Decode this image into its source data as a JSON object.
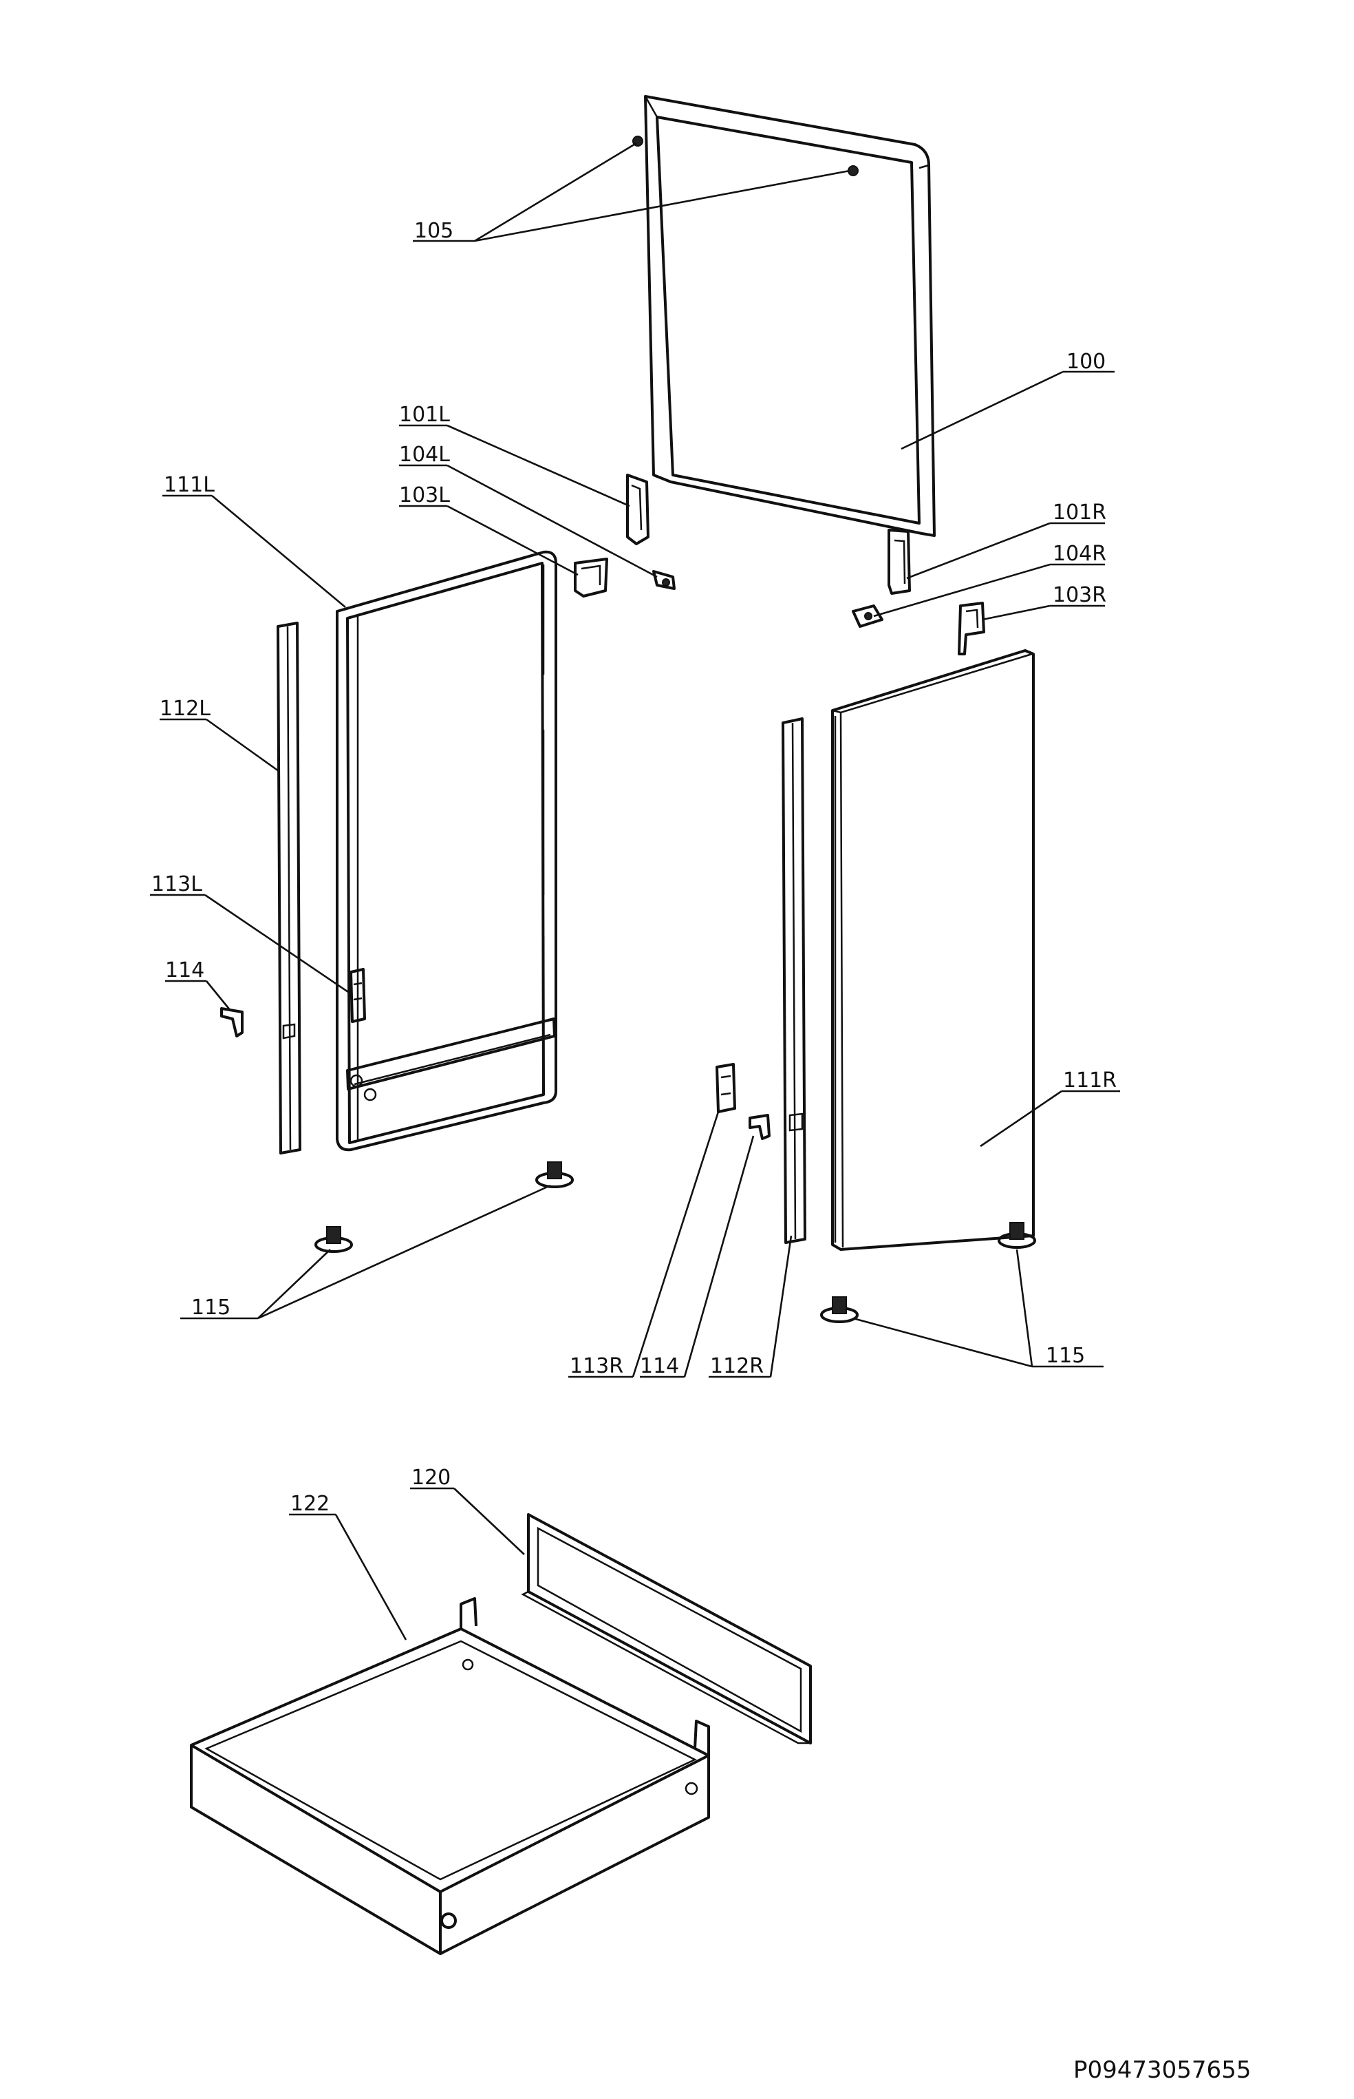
{
  "diagram": {
    "reference_code": "P09473057655",
    "labels": [
      {
        "id": "105",
        "text": "105"
      },
      {
        "id": "100",
        "text": "100"
      },
      {
        "id": "101L",
        "text": "101L"
      },
      {
        "id": "104L",
        "text": "104L"
      },
      {
        "id": "103L",
        "text": "103L"
      },
      {
        "id": "111L",
        "text": "111L"
      },
      {
        "id": "101R",
        "text": "101R"
      },
      {
        "id": "104R",
        "text": "104R"
      },
      {
        "id": "103R",
        "text": "103R"
      },
      {
        "id": "112L",
        "text": "112L"
      },
      {
        "id": "113L",
        "text": "113L"
      },
      {
        "id": "114a",
        "text": "114"
      },
      {
        "id": "111R",
        "text": "111R"
      },
      {
        "id": "115a",
        "text": "115"
      },
      {
        "id": "113R",
        "text": "113R"
      },
      {
        "id": "114b",
        "text": "114"
      },
      {
        "id": "112R",
        "text": "112R"
      },
      {
        "id": "115b",
        "text": "115"
      },
      {
        "id": "120",
        "text": "120"
      },
      {
        "id": "122",
        "text": "122"
      }
    ]
  }
}
